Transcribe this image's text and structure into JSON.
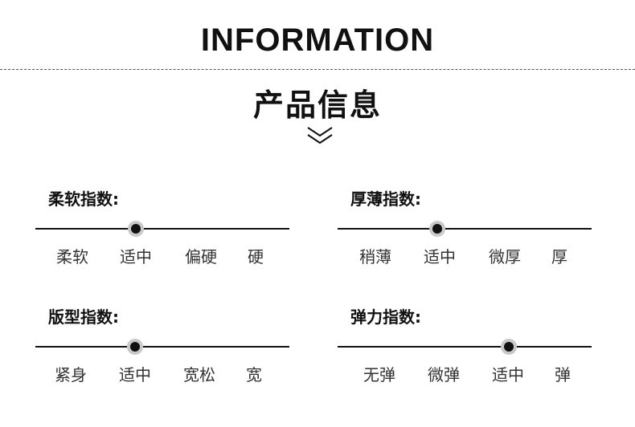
{
  "header": {
    "title_en": "INFORMATION",
    "title_cn": "产品信息",
    "chevron_icon": "double-chevron-down-icon"
  },
  "indices": [
    {
      "id": "softness",
      "label": "柔软指数:",
      "options": [
        "柔软",
        "适中",
        "偏硬",
        "硬"
      ],
      "selected": "适中"
    },
    {
      "id": "thickness",
      "label": "厚薄指数:",
      "options": [
        "稍薄",
        "适中",
        "微厚",
        "厚"
      ],
      "selected": "适中"
    },
    {
      "id": "fit",
      "label": "版型指数:",
      "options": [
        "紧身",
        "适中",
        "宽松",
        "宽"
      ],
      "selected": "适中"
    },
    {
      "id": "elasticity",
      "label": "弹力指数:",
      "options": [
        "无弹",
        "微弹",
        "适中",
        "弹"
      ],
      "selected": "适中"
    }
  ],
  "colors": {
    "text": "#111111",
    "knob_ring": "#c9c9c9",
    "knob": "#111111"
  }
}
